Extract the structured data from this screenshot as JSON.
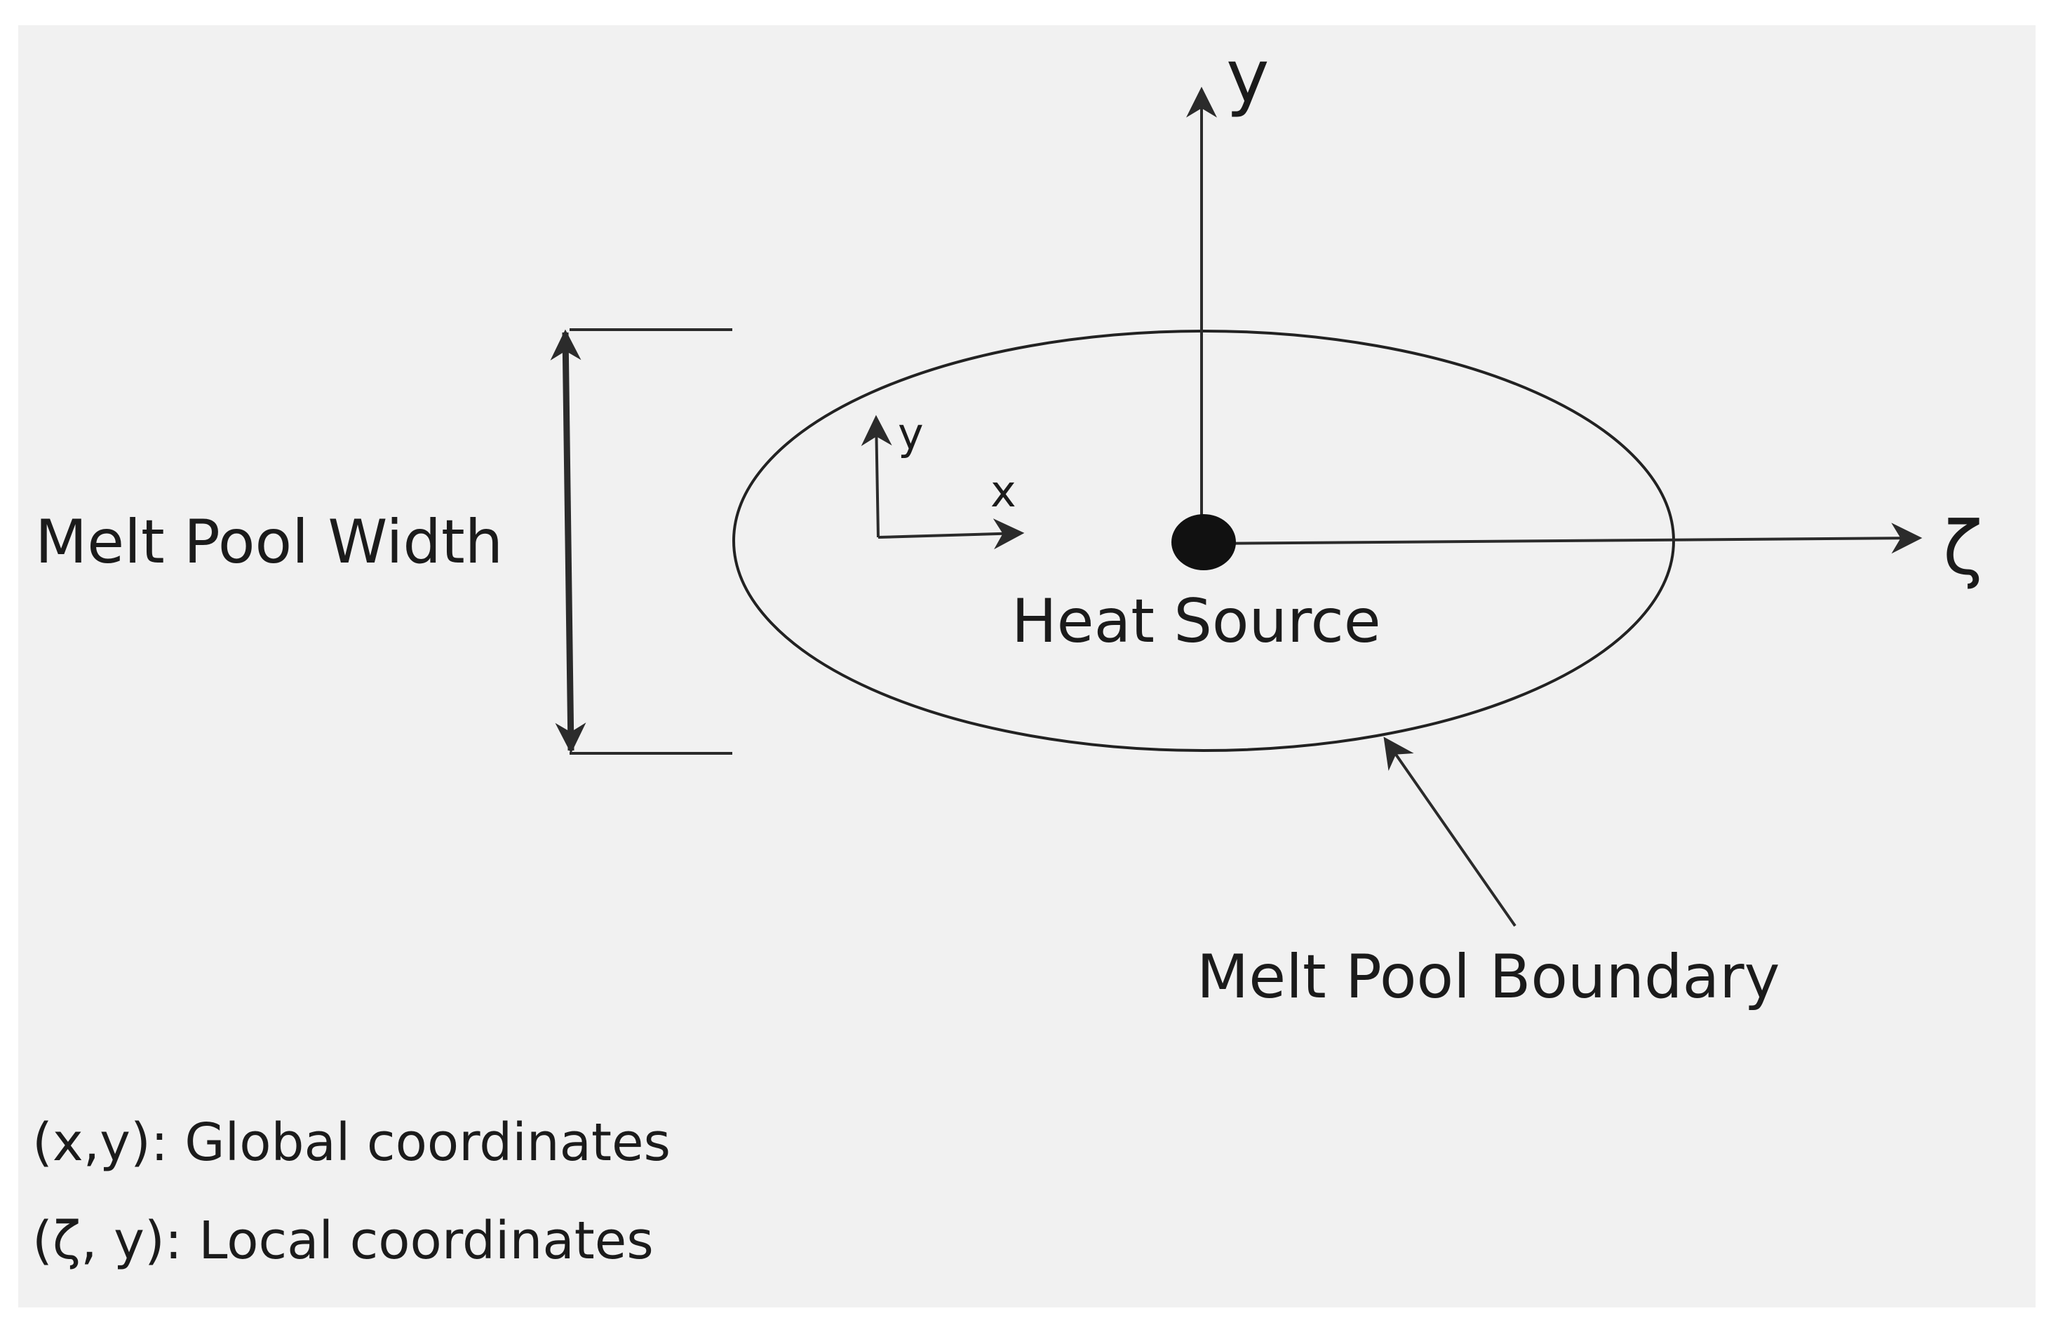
{
  "labels": {
    "big_y_axis": "y",
    "zeta_axis": "ζ",
    "small_y_axis": "y",
    "small_x_axis": "x",
    "heat_source": "Heat Source",
    "melt_pool_width": "Melt Pool Width",
    "melt_pool_boundary": "Melt Pool Boundary"
  },
  "legend": {
    "global": "(x,y): Global coordinates",
    "local": "(ζ, y): Local coordinates"
  }
}
